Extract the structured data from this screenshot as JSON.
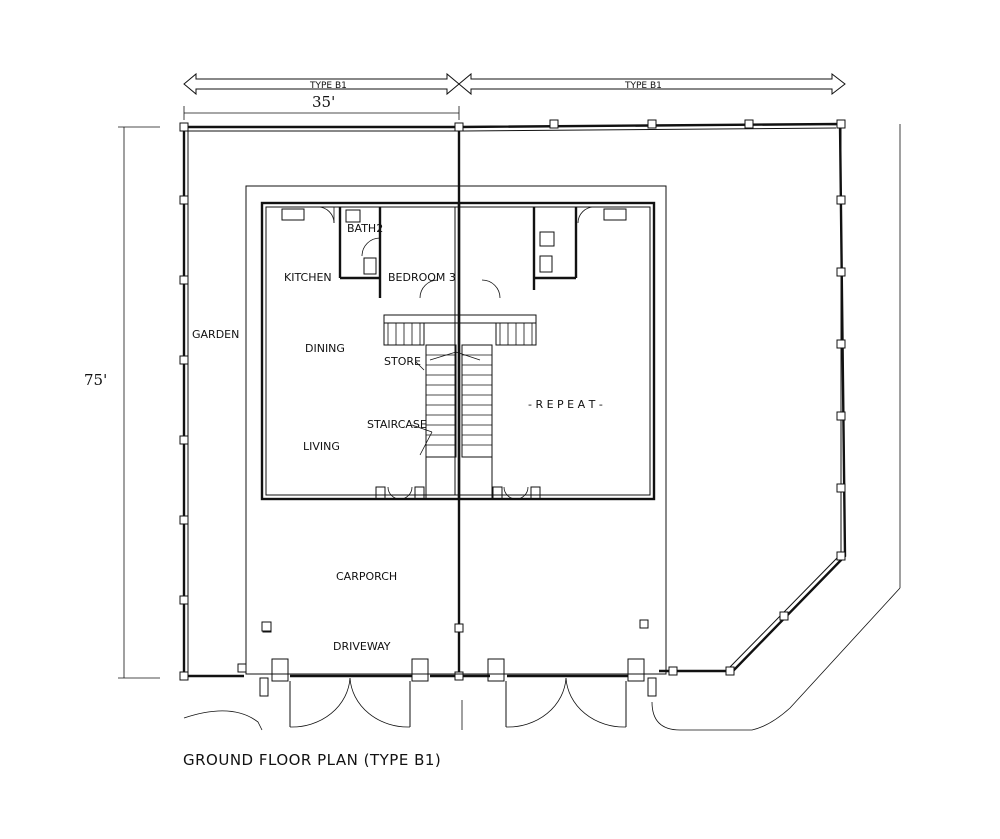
{
  "drawing": {
    "title": "GROUND FLOOR PLAN (TYPE B1)",
    "dimensions": {
      "unit_width_type_left": "TYPE B1",
      "unit_width_type_right": "TYPE B1",
      "lot_width": "35'",
      "lot_depth": "75'"
    },
    "rooms": {
      "garden": "GARDEN",
      "kitchen": "KITCHEN",
      "bath": "BATH2",
      "bedroom": "BEDROOM 3",
      "dining": "DINING",
      "store": "STORE",
      "living": "LIVING",
      "staircase": "STAIRCASE",
      "repeat": "- R E P E A T -",
      "carporch": "CARPORCH",
      "driveway": "DRIVEWAY"
    }
  }
}
